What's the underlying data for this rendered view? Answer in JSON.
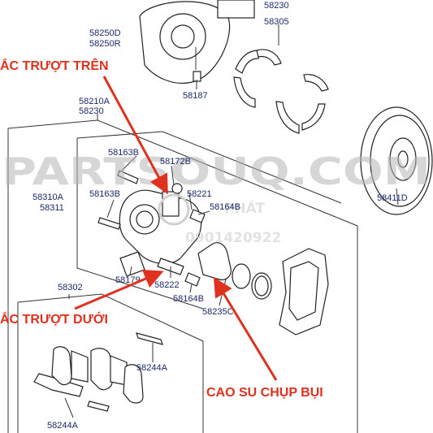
{
  "watermark": {
    "brand": "PARTSOUQ.COM",
    "shop_name": "PHÁT",
    "shop_phone": "0901420922"
  },
  "part_numbers": {
    "top_58230": "58230",
    "p58250d": "58250D",
    "p58250r": "58250R",
    "p58305": "58305",
    "p58187": "58187",
    "p58210a": "58210A",
    "p58230": "58230",
    "p58163b_top": "58163B",
    "p58172b": "58172B",
    "p58310a": "58310A",
    "p58311": "58311",
    "p58163b_mid": "58163B",
    "p58221": "58221",
    "p58164b_top": "58164B",
    "p58179": "58179",
    "p58222": "58222",
    "p58164b_bot": "58164B",
    "p58235c": "58235C",
    "p58302": "58302",
    "p58244a_right": "58244A",
    "p58244a_left": "58244A",
    "p58411d": "58411D"
  },
  "annotations": {
    "upper_guide_pin": "ẮC TRƯỢT TRÊN",
    "lower_guide_pin": "ẮC TRƯỢT DƯỚI",
    "dust_boot": "CAO SU CHỤP BỤI"
  },
  "colors": {
    "annotation": "#e0301e",
    "part_number": "#1a2a6a"
  }
}
